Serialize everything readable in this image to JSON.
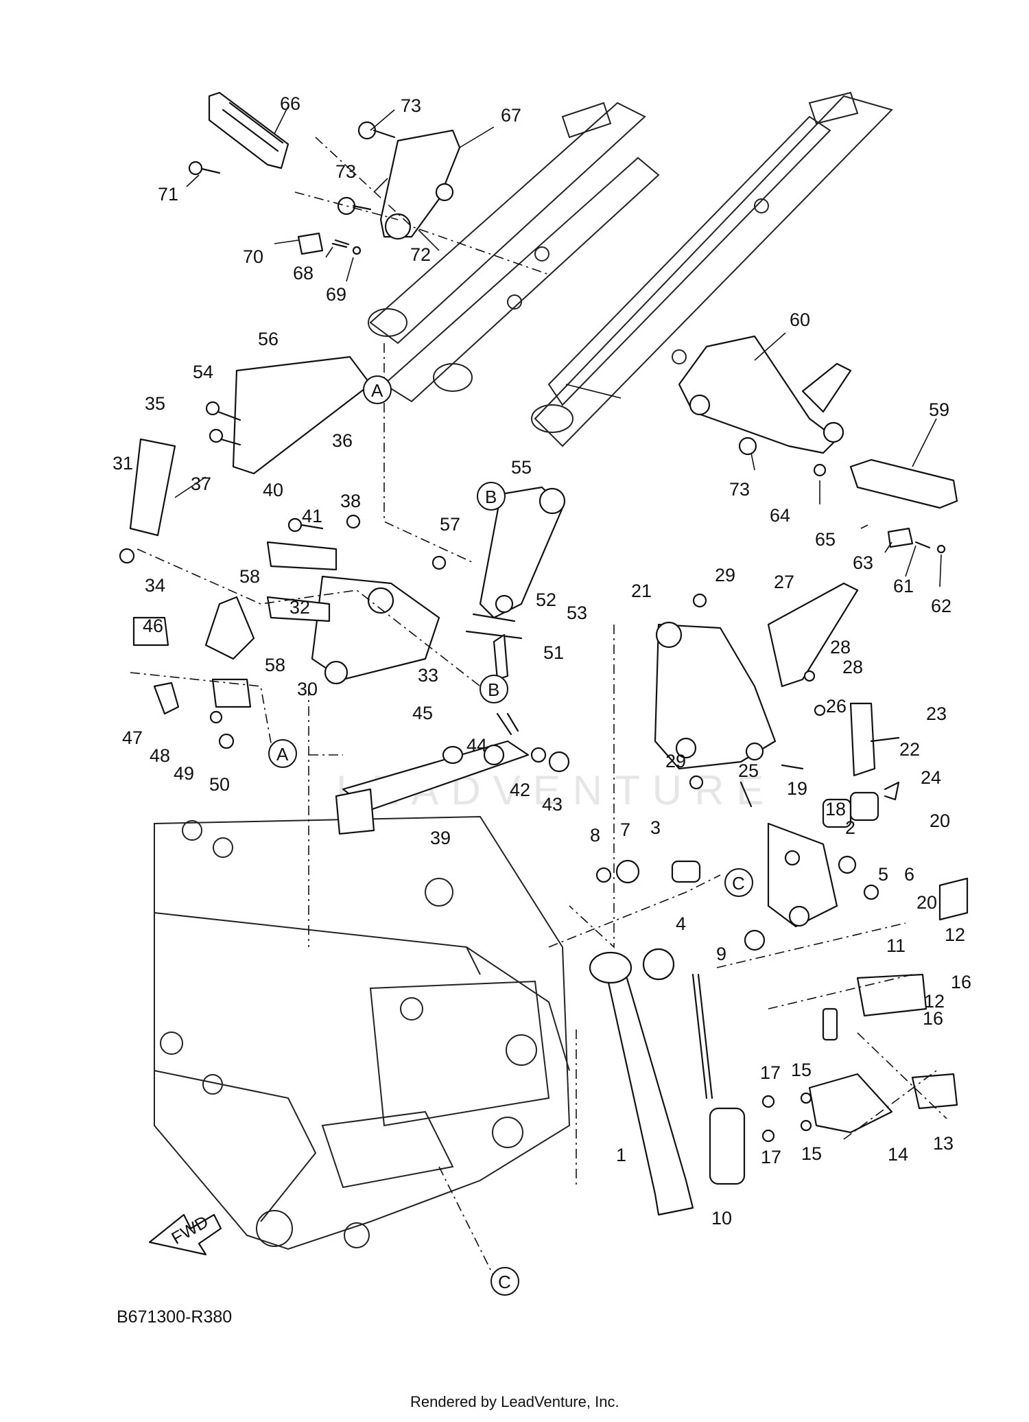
{
  "diagram": {
    "code": "B671300-R380",
    "footer": "Rendered by LeadVenture, Inc.",
    "watermark": "LEADVENTURE",
    "fwd_label": "FWD",
    "reference_markers": [
      "A",
      "B",
      "C"
    ],
    "callouts": [
      "1",
      "2",
      "3",
      "4",
      "5",
      "6",
      "7",
      "8",
      "9",
      "10",
      "11",
      "12",
      "13",
      "14",
      "15",
      "16",
      "17",
      "18",
      "19",
      "20",
      "21",
      "22",
      "23",
      "24",
      "25",
      "26",
      "27",
      "28",
      "29",
      "30",
      "31",
      "32",
      "33",
      "34",
      "35",
      "36",
      "37",
      "38",
      "39",
      "40",
      "41",
      "42",
      "43",
      "44",
      "45",
      "46",
      "47",
      "48",
      "49",
      "50",
      "51",
      "52",
      "53",
      "54",
      "55",
      "56",
      "57",
      "58",
      "59",
      "60",
      "61",
      "62",
      "63",
      "64",
      "65",
      "66",
      "67",
      "68",
      "69",
      "70",
      "71",
      "72",
      "73"
    ]
  }
}
